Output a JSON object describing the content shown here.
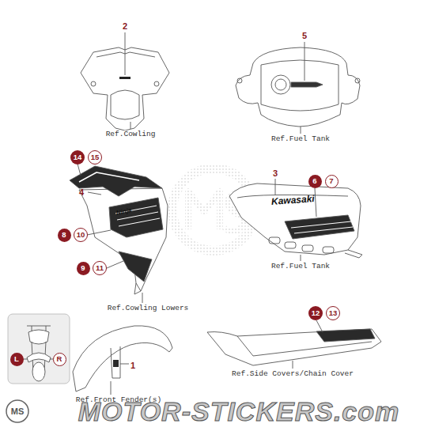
{
  "diagram": {
    "nodes": [
      {
        "text": [
          "14"
        ]
      },
      {
        "text": [
          "15"
        ]
      },
      {
        "text": [
          "6"
        ]
      },
      {
        "text": [
          "7"
        ]
      },
      {
        "text": [
          "8"
        ]
      },
      {
        "text": [
          "10"
        ]
      },
      {
        "text": [
          "9"
        ]
      },
      {
        "text": [
          "11"
        ]
      },
      {
        "text": [
          "12"
        ]
      },
      {
        "text": [
          "13"
        ]
      },
      {
        "text": [
          "L"
        ]
      },
      {
        "text": [
          "R"
        ]
      }
    ],
    "labels": [
      "2",
      "Ref.Cowling",
      "5",
      "Ref.Fuel Tank",
      "3",
      "4",
      "Kawasaki",
      "Ninja",
      "Ref.Fuel Tank",
      "Ref.Cowling Lowers",
      "1",
      "Ref.Side Covers/Chain Cover",
      "Ref.Front Fender(s)",
      "MS",
      "MOTOR-STICKERS.com"
    ]
  }
}
